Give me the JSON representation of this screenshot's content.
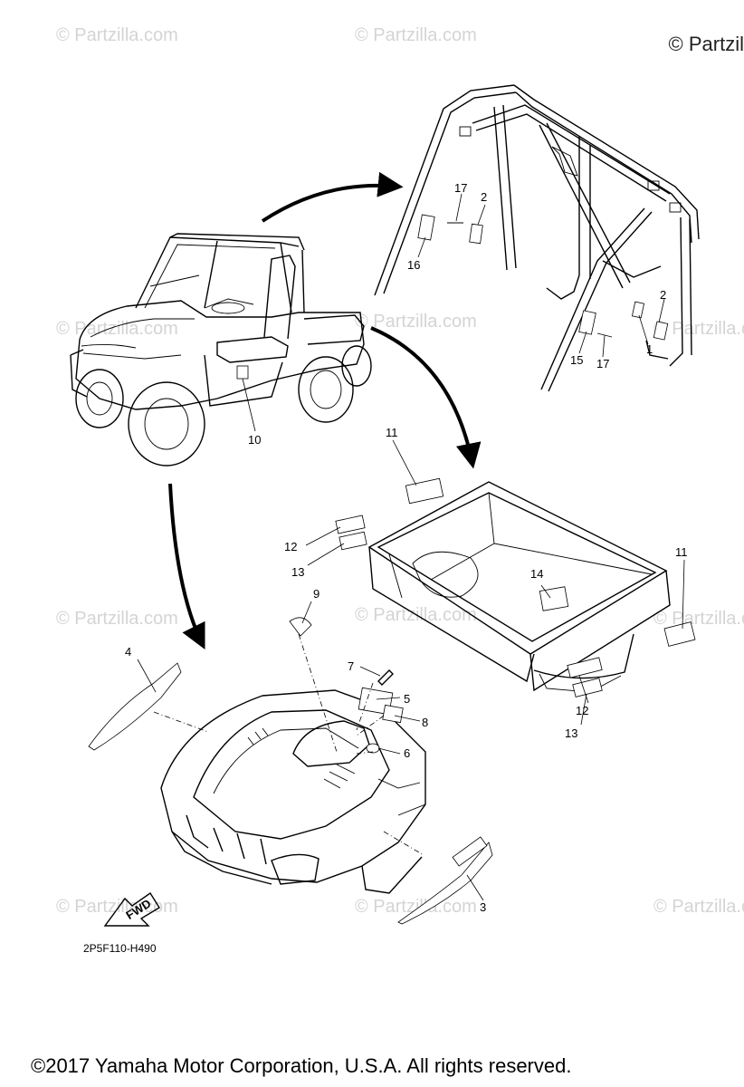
{
  "watermark": "© Partzilla.com",
  "corner_mark": "© Partzil",
  "diagram_code": "2P5F110-H490",
  "copyright": "©2017 Yamaha Motor Corporation, U.S.A. All rights reserved.",
  "fwd_label": "FWD",
  "callouts": [
    "1",
    "2",
    "2",
    "3",
    "4",
    "5",
    "6",
    "7",
    "8",
    "9",
    "10",
    "11",
    "11",
    "12",
    "12",
    "13",
    "13",
    "14",
    "15",
    "16",
    "17",
    "17"
  ]
}
